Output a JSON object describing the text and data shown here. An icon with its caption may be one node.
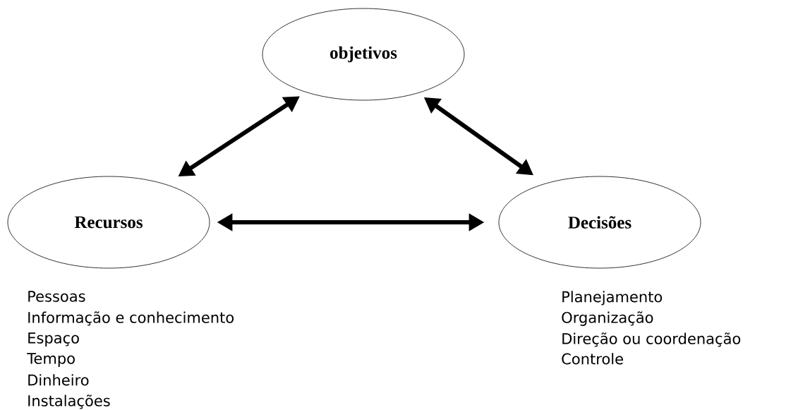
{
  "diagram": {
    "nodes": [
      {
        "text": [
          "objetivos"
        ]
      },
      {
        "text": [
          "Recursos"
        ],
        "beside": [
          "Pessoas",
          "Informação e conhecimento",
          "Espaço",
          "Tempo",
          "Dinheiro",
          "Instalações"
        ]
      },
      {
        "text": [
          "Decisões"
        ],
        "beside": [
          "Planejamento",
          "Organização",
          "Direção ou coordenação",
          "Controle"
        ]
      }
    ],
    "edges": [
      {
        "from": 0,
        "to": 1,
        "arrow": "both"
      },
      {
        "from": 0,
        "to": 2,
        "arrow": "both"
      },
      {
        "from": 1,
        "to": 2,
        "arrow": "both"
      }
    ]
  }
}
